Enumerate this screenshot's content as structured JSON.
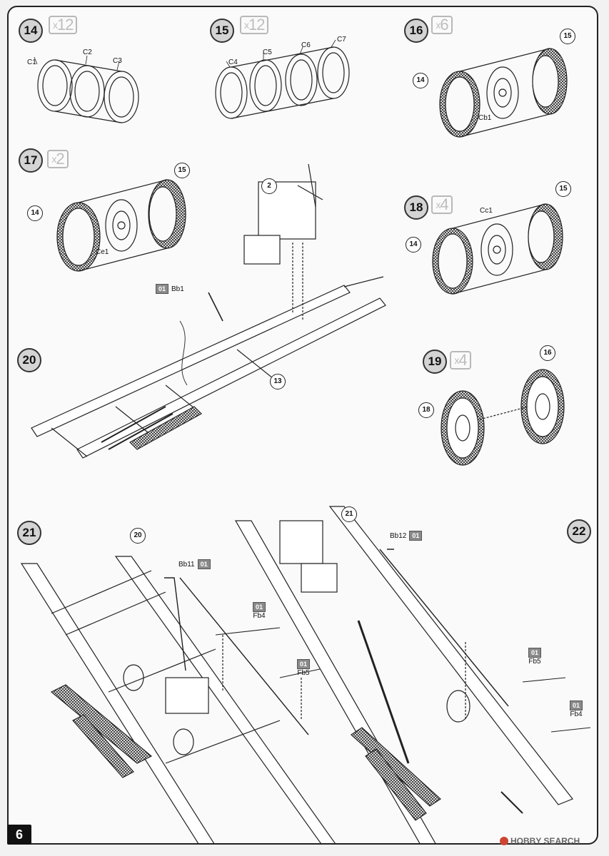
{
  "page_number": "6",
  "watermark": "HOBBY SEARCH",
  "steps": [
    {
      "number": "14",
      "qty": "12"
    },
    {
      "number": "15",
      "qty": "12"
    },
    {
      "number": "16",
      "qty": "6"
    },
    {
      "number": "17",
      "qty": "2"
    },
    {
      "number": "18",
      "qty": "4"
    },
    {
      "number": "19",
      "qty": "4"
    },
    {
      "number": "20"
    },
    {
      "number": "21"
    },
    {
      "number": "22"
    }
  ],
  "parts": {
    "c1": "C1",
    "c2": "C2",
    "c3": "C3",
    "c4": "C4",
    "c5": "C5",
    "c6": "C6",
    "c7": "C7",
    "cb1": "Cb1",
    "ce1": "Ce1",
    "cc1": "Cc1",
    "bb1": "Bb1",
    "bb11": "Bb11",
    "bb12": "Bb12",
    "fb4": "Fb4",
    "fb5": "Fb5"
  },
  "sprue_code": "01",
  "refs": {
    "s16_14": "14",
    "s16_15": "15",
    "s17_14": "14",
    "s17_15": "15",
    "s18_14": "14",
    "s18_15": "15",
    "s19_18": "18",
    "s19_16": "16",
    "s20_2": "2",
    "s20_13": "13",
    "s21_20": "20",
    "s22_21": "21"
  }
}
